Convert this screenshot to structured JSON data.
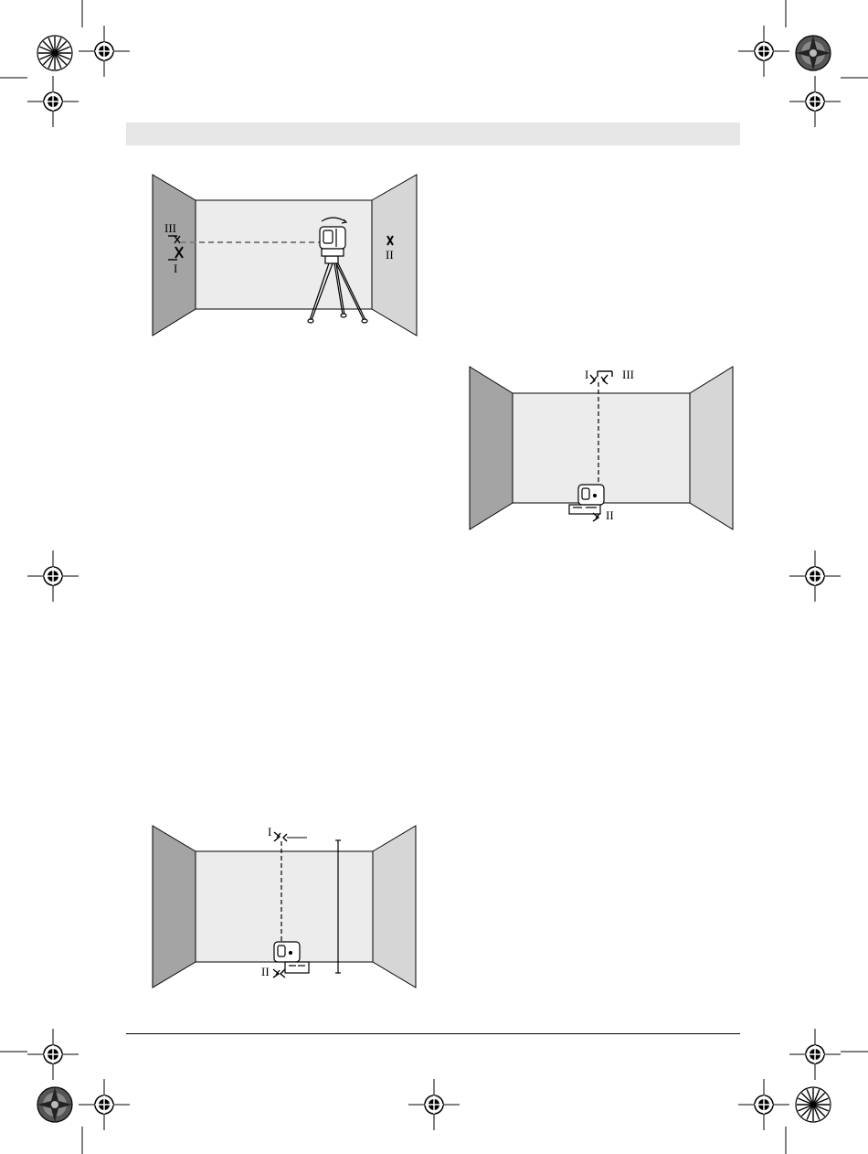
{
  "colors": {
    "header_bar": "#e6e6e6",
    "back_wall": "#ececec",
    "left_wall": "#a4a4a4",
    "right_wall": "#d6d6d6",
    "stroke": "#000000"
  },
  "figures": {
    "fig1": {
      "labels": {
        "left_top": "III",
        "left_bottom": "I",
        "right": "II"
      }
    },
    "fig2": {
      "labels": {
        "top_left": "I",
        "top_right": "III",
        "bottom": "II"
      }
    },
    "fig3": {
      "labels": {
        "top": "I",
        "bottom": "II"
      }
    }
  }
}
